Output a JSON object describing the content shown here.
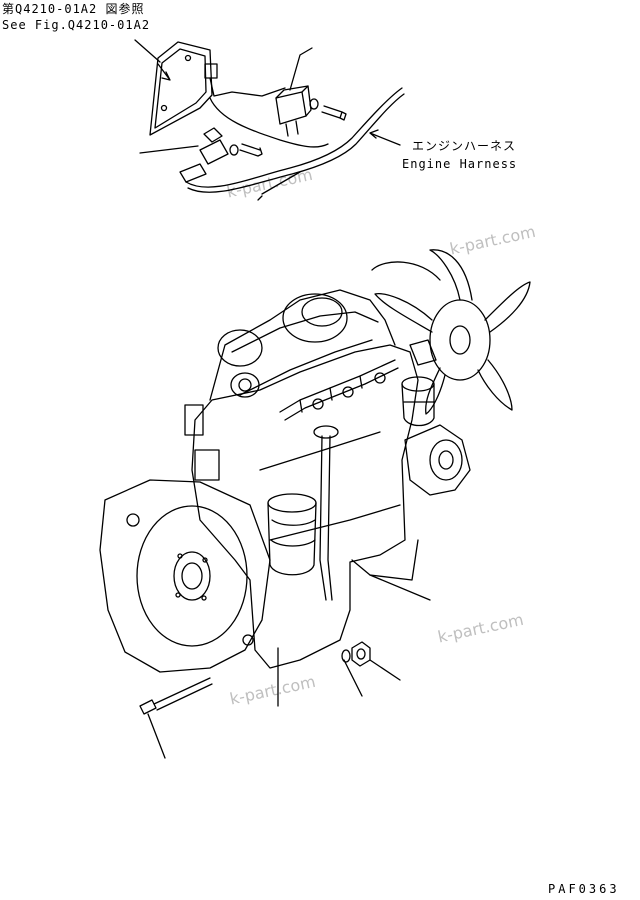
{
  "refs": {
    "jp_ref": "第Q4210-01A2 図参照",
    "en_ref": "See Fig.Q4210-01A2"
  },
  "harness": {
    "jp": "エンジンハーネス",
    "en": "Engine Harness"
  },
  "watermarks": [
    "k-part.com",
    "k-part.com",
    "k-part.com",
    "k-part.com"
  ],
  "figure_code": "PAF0363"
}
